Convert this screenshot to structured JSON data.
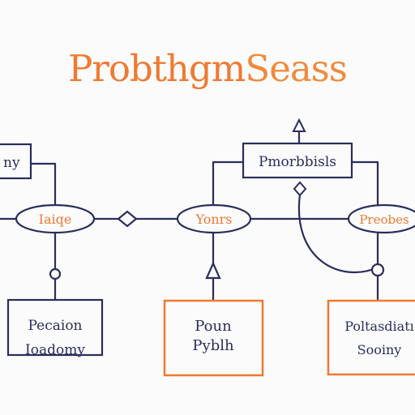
{
  "title": {
    "part1": "Probthgm",
    "part2": "Seass"
  },
  "colors": {
    "navy": "#2b2d5c",
    "orange": "#ef7a30",
    "background": "#fbfbfc"
  },
  "nodes": {
    "left_box": "ny",
    "top_box": "Pmorbbisls",
    "ellipse_left": "Iaiqe",
    "ellipse_mid": "Yonrs",
    "ellipse_right": "Preobes",
    "box_bottom_left": [
      "Pecaion",
      "Ioadomy"
    ],
    "box_bottom_mid": [
      "Poun",
      "Pyblh"
    ],
    "box_bottom_right": [
      "Poltasdiatı",
      "Sooiny"
    ]
  }
}
